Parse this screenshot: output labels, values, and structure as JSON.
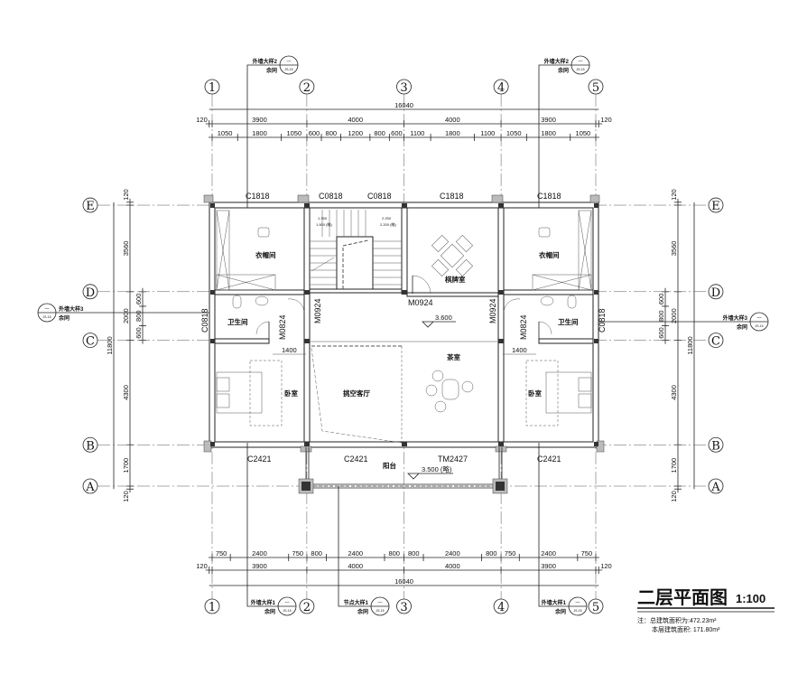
{
  "axes": {
    "columns": [
      "1",
      "2",
      "3",
      "4",
      "5"
    ],
    "rows": [
      "A",
      "B",
      "C",
      "D",
      "E"
    ]
  },
  "dims": {
    "top_total": "16040",
    "top_bays": [
      "120",
      "3900",
      "4000",
      "4000",
      "3900",
      "120"
    ],
    "top_detail": [
      "1050",
      "1800",
      "1050",
      "600",
      "800",
      "1200",
      "800",
      "600",
      "1100",
      "1800",
      "1100",
      "1050",
      "1800",
      "1050"
    ],
    "bottom_detail": [
      "750",
      "2400",
      "750",
      "800",
      "2400",
      "800",
      "800",
      "2400",
      "800",
      "750",
      "2400",
      "750"
    ],
    "bottom_bays": [
      "120",
      "3900",
      "4000",
      "4000",
      "3900",
      "120"
    ],
    "bottom_total": "16040",
    "side_bays": [
      "120",
      "1700",
      "4300",
      "2000",
      "3560",
      "120"
    ],
    "side_total": "11800",
    "side_detail": [
      "600",
      "800",
      "600"
    ],
    "bedroom_width": "1400"
  },
  "rooms": {
    "closet": "衣帽间",
    "bathroom": "卫生间",
    "chess_room": "棋牌室",
    "tea_room": "茶室",
    "bedroom": "卧室",
    "void_living": "挑空客厅",
    "balcony": "阳台"
  },
  "openings": {
    "c1818": "C1818",
    "c0818": "C0818",
    "m0924": "M0924",
    "m0824": "M0824",
    "c2421": "C2421",
    "tm2427": "TM2427"
  },
  "levels": {
    "floor": "3.600",
    "balcony": "3.500 (略)",
    "stair_lower": "1.350",
    "stair_lower2": "1.500 (略)",
    "stair_upper": "2.250",
    "stair_upper2": "2.200 (略)"
  },
  "callouts": {
    "wall_detail_1": "外墙大样1",
    "wall_detail_2": "外墙大样2",
    "wall_detail_3": "外墙大样3",
    "node_detail_1": "节点大样1",
    "same": "余同",
    "sheet_top": "—",
    "sheet_bottom": "JS-15"
  },
  "title": {
    "name": "二层平面图",
    "scale": "1:100",
    "note_total": "注：总建筑面积为:472.23m²",
    "note_floor": "本层建筑面积: 171.80m²"
  }
}
